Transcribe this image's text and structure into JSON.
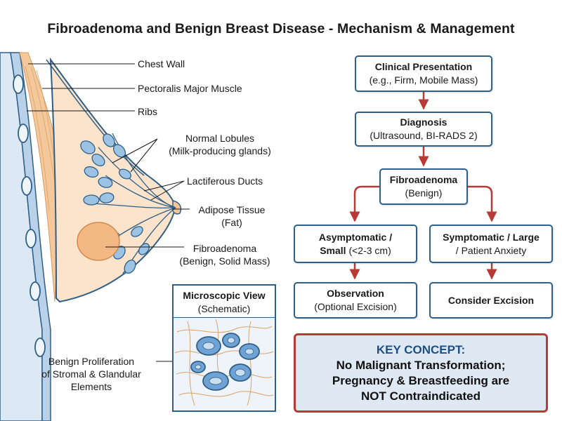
{
  "title": "Fibroadenoma and Benign Breast Disease - Mechanism & Management",
  "anatomy_labels": {
    "chest_wall": "Chest Wall",
    "pectoralis": "Pectoralis Major Muscle",
    "ribs": "Ribs",
    "lobules_1": "Normal Lobules",
    "lobules_2": "(Milk-producing glands)",
    "ducts": "Lactiferous Ducts",
    "adipose_1": "Adipose Tissue",
    "adipose_2": "(Fat)",
    "fibroadenoma_1": "Fibroadenoma",
    "fibroadenoma_2": "(Benign, Solid Mass)",
    "proliferation_1": "Benign Proliferation",
    "proliferation_2": "of Stromal & Glandular",
    "proliferation_3": "Elements"
  },
  "microscopic": {
    "title": "Microscopic View",
    "subtitle": "(Schematic)"
  },
  "flowchart": {
    "clinical": {
      "title": "Clinical Presentation",
      "sub": "(e.g., Firm, Mobile Mass)"
    },
    "diagnosis": {
      "title": "Diagnosis",
      "sub": "(Ultrasound, BI-RADS 2)"
    },
    "fibroadenoma": {
      "title": "Fibroadenoma",
      "sub": "(Benign)"
    },
    "asymptomatic": {
      "title_1": "Asymptomatic /",
      "title_2": "Small",
      "sub": " (<2-3 cm)"
    },
    "symptomatic": {
      "title": "Symptomatic / Large",
      "sub": "/ Patient Anxiety"
    },
    "observation": {
      "title": "Observation",
      "sub": "(Optional Excision)"
    },
    "excision": {
      "title": "Consider Excision"
    }
  },
  "key_concept": {
    "title": "KEY CONCEPT:",
    "line_1": "No Malignant Transformation;",
    "line_2": "Pregnancy & Breastfeeding are",
    "line_3": "NOT Contraindicated"
  },
  "colors": {
    "box_border": "#2f5f86",
    "arrow": "#b83a36",
    "key_title": "#1d4f86",
    "key_bg": "#dfe9f4",
    "skin": "#f7d9b8",
    "lobule": "#9cc3e4",
    "fibroadenoma": "#f3b883"
  }
}
